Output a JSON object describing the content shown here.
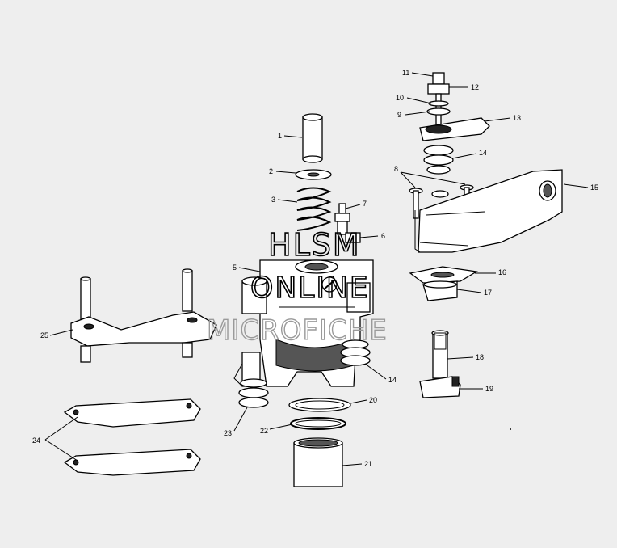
{
  "diagram": {
    "background": "#eeeeee",
    "ink": "#000000",
    "watermark": {
      "line1": "HLSM",
      "line2": "ONLINE",
      "line3": "MICROFICHE",
      "color": "#9a9a9a"
    },
    "callouts": [
      {
        "id": "1",
        "label": "1"
      },
      {
        "id": "2",
        "label": "2"
      },
      {
        "id": "3",
        "label": "3"
      },
      {
        "id": "5",
        "label": "5"
      },
      {
        "id": "6",
        "label": "6"
      },
      {
        "id": "7",
        "label": "7"
      },
      {
        "id": "8",
        "label": "8"
      },
      {
        "id": "9",
        "label": "9"
      },
      {
        "id": "10",
        "label": "10"
      },
      {
        "id": "11",
        "label": "11"
      },
      {
        "id": "12",
        "label": "12"
      },
      {
        "id": "13",
        "label": "13"
      },
      {
        "id": "14a",
        "label": "14"
      },
      {
        "id": "14b",
        "label": "14"
      },
      {
        "id": "15",
        "label": "15"
      },
      {
        "id": "16",
        "label": "16"
      },
      {
        "id": "17",
        "label": "17"
      },
      {
        "id": "18",
        "label": "18"
      },
      {
        "id": "19",
        "label": "19"
      },
      {
        "id": "20",
        "label": "20"
      },
      {
        "id": "21",
        "label": "21"
      },
      {
        "id": "22",
        "label": "22"
      },
      {
        "id": "23",
        "label": "23"
      },
      {
        "id": "24",
        "label": "24"
      },
      {
        "id": "25",
        "label": "25"
      }
    ]
  }
}
